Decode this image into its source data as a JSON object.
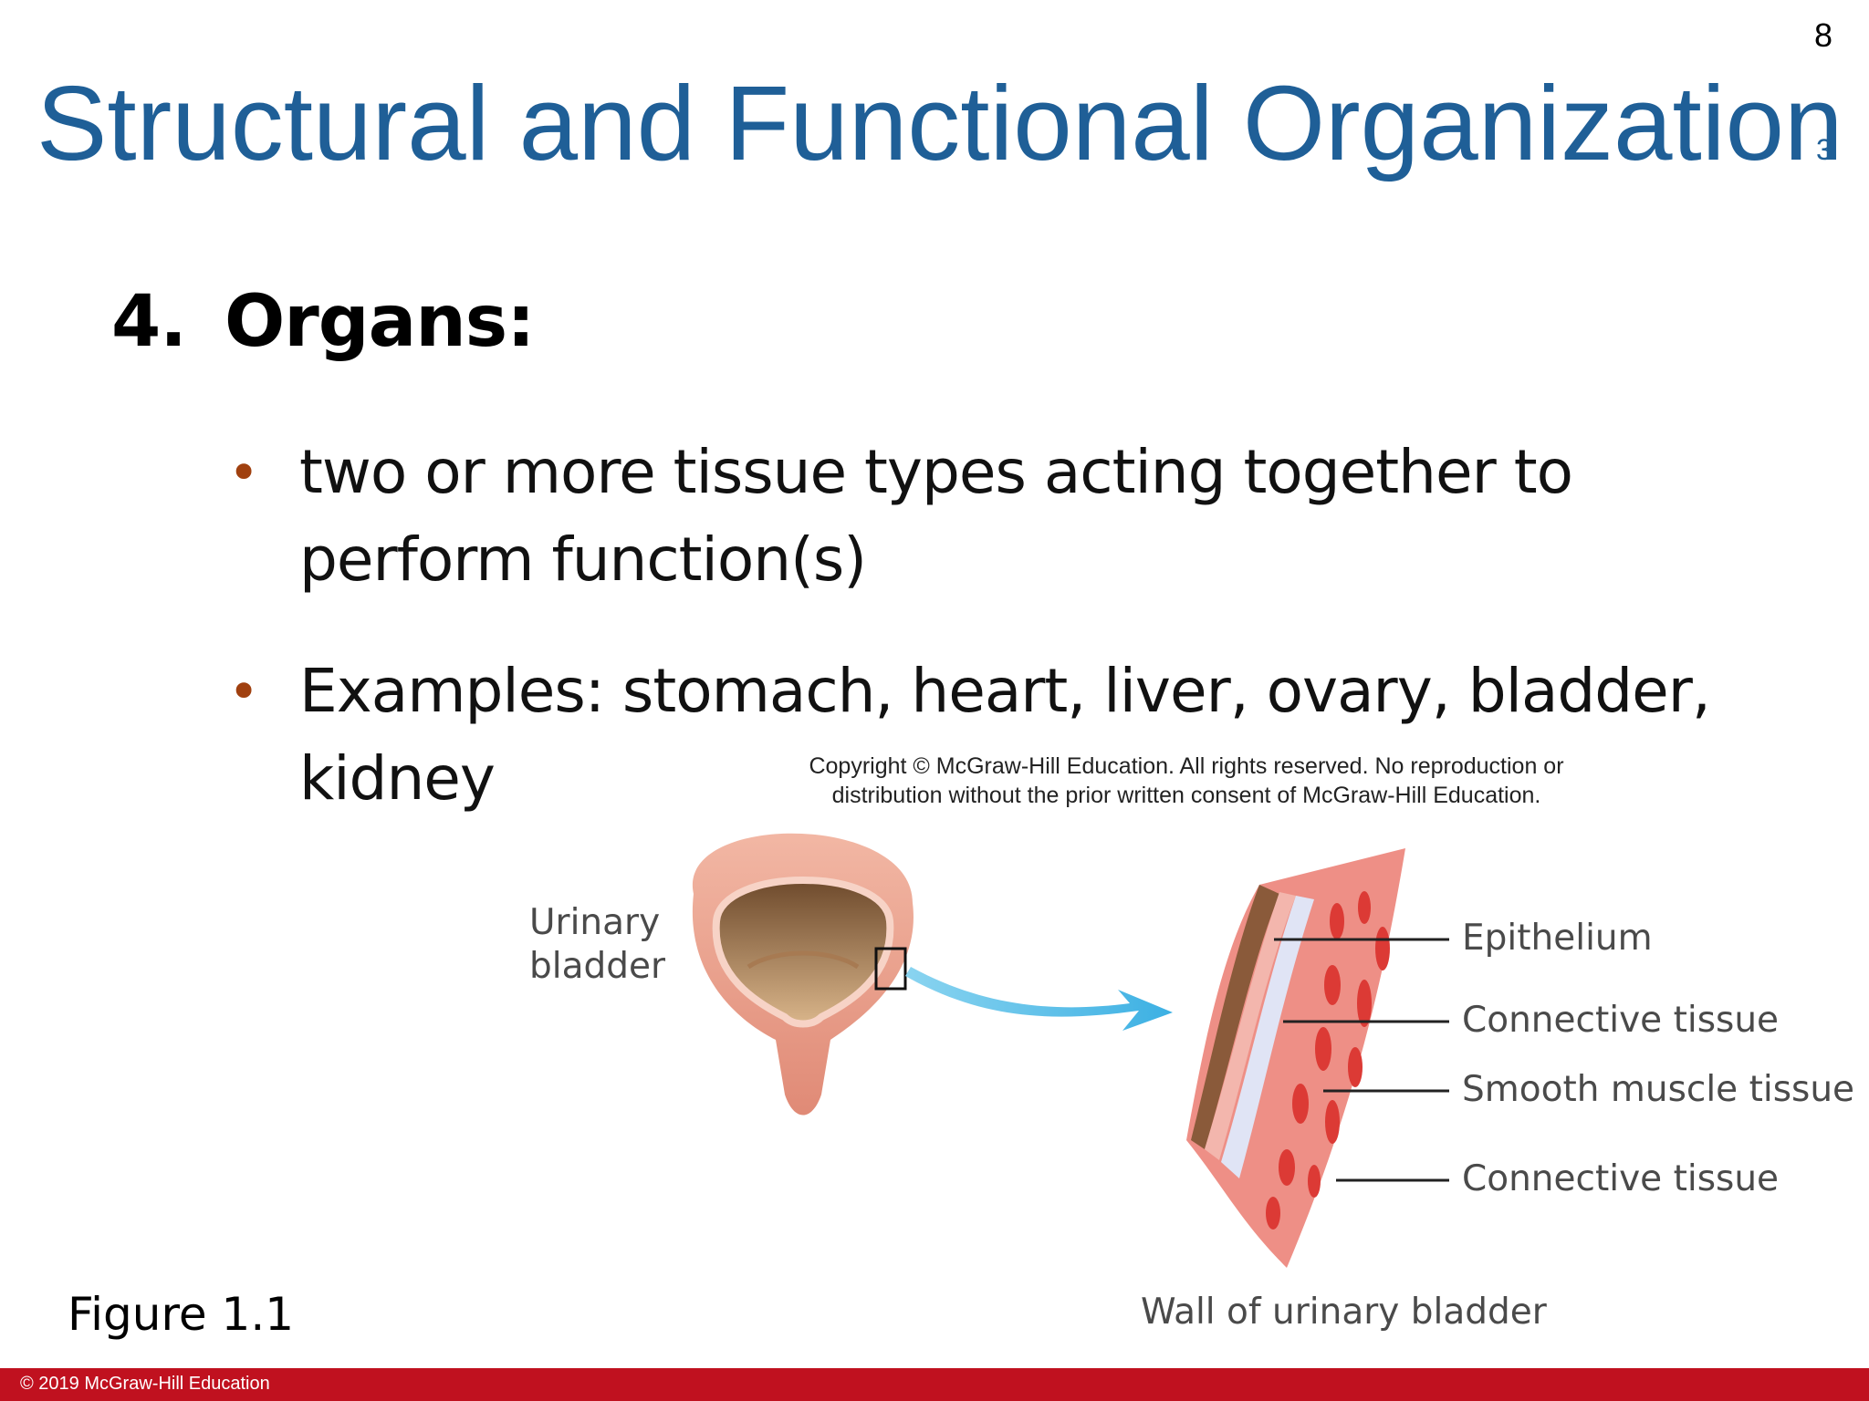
{
  "slide": {
    "number": "8",
    "title": "Structural and Functional Organization",
    "title_superscript": "3"
  },
  "content": {
    "heading_number": "4.",
    "heading_label": "Organs:",
    "bullets": [
      {
        "text": "two or more tissue types acting together to perform function(s)"
      },
      {
        "text": "Examples: stomach, heart, liver, ovary, bladder, kidney"
      }
    ]
  },
  "figure": {
    "copyright_line1": "Copyright © McGraw-Hill Education.  All rights reserved. No reproduction or",
    "copyright_line2": "distribution without the prior written consent of McGraw-Hill Education.",
    "organ_label_line1": "Urinary",
    "organ_label_line2": "bladder",
    "layers": [
      {
        "label": "Epithelium"
      },
      {
        "label": "Connective tissue"
      },
      {
        "label": "Smooth muscle tissue"
      },
      {
        "label": "Connective tissue"
      }
    ],
    "wall_caption": "Wall of urinary bladder",
    "caption": "Figure 1.1"
  },
  "footer": {
    "text": "© 2019 McGraw-Hill Education"
  },
  "colors": {
    "title": "#1f5f97",
    "bullet": "#a0400f",
    "footer": "#c0111f"
  }
}
